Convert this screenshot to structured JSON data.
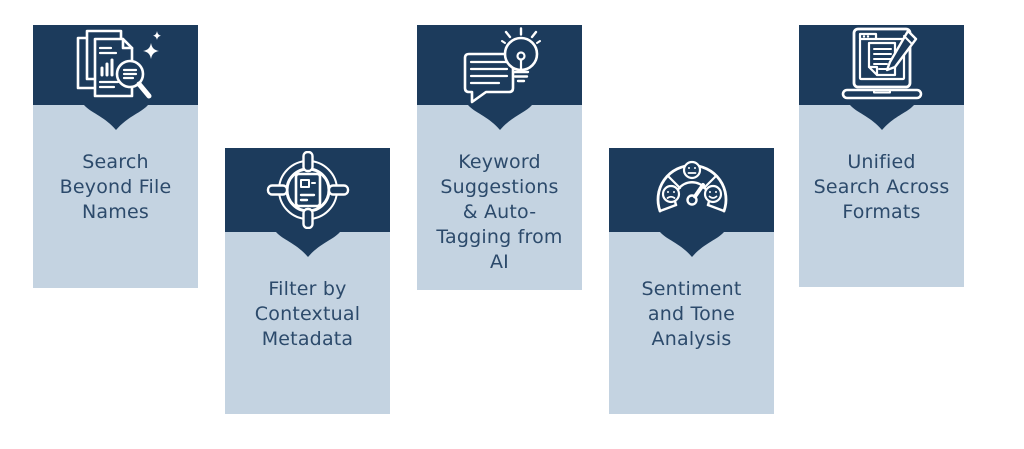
{
  "colors": {
    "header_navy": "#1c3b5c",
    "body_blue": "#c4d3e1",
    "text_navy": "#2c4a6b",
    "icon_stroke": "#ffffff",
    "canvas": "#ffffff"
  },
  "cards": [
    {
      "icon": "documents-magnifier-icon",
      "label": "Search\nBeyond File\nNames"
    },
    {
      "icon": "target-document-icon",
      "label": "Filter by\nContextual\nMetadata"
    },
    {
      "icon": "speech-bubble-lightbulb-icon",
      "label": "Keyword\nSuggestions\n& Auto-\nTagging from\nAI"
    },
    {
      "icon": "sentiment-gauge-icon",
      "label": "Sentiment\nand Tone\nAnalysis"
    },
    {
      "icon": "laptop-pencil-icon",
      "label": "Unified\nSearch Across\nFormats"
    }
  ]
}
